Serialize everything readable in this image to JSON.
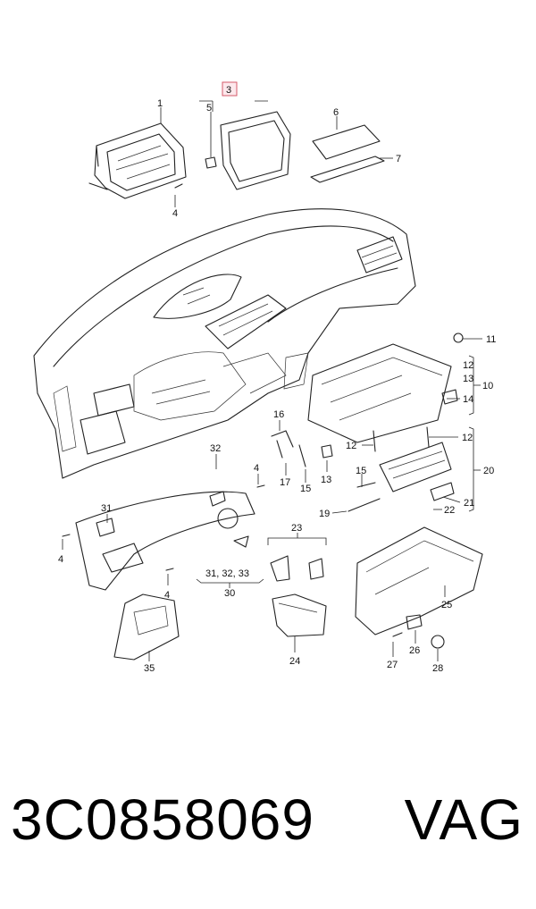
{
  "diagram": {
    "callouts": {
      "c1": "1",
      "c3": "3",
      "c4a": "4",
      "c4b": "4",
      "c4c": "4",
      "c4d": "4",
      "c5": "5",
      "c6": "6",
      "c7": "7",
      "c10": "10",
      "c11": "11",
      "c12a": "12",
      "c13a": "13",
      "c14": "14",
      "c12b": "12",
      "c12c": "12",
      "c13b": "13",
      "c15a": "15",
      "c15b": "15",
      "c16": "16",
      "c17": "17",
      "c19": "19",
      "c20": "20",
      "c21": "21",
      "c22": "22",
      "c23": "23",
      "c24": "24",
      "c25": "25",
      "c26": "26",
      "c27": "27",
      "c28": "28",
      "c30": "30",
      "c31": "31",
      "c313233": "31, 32, 33",
      "c32": "32",
      "c35": "35"
    },
    "highlighted_callout": "3"
  },
  "footer": {
    "part_number": "3C0858069",
    "brand": "VAG"
  }
}
